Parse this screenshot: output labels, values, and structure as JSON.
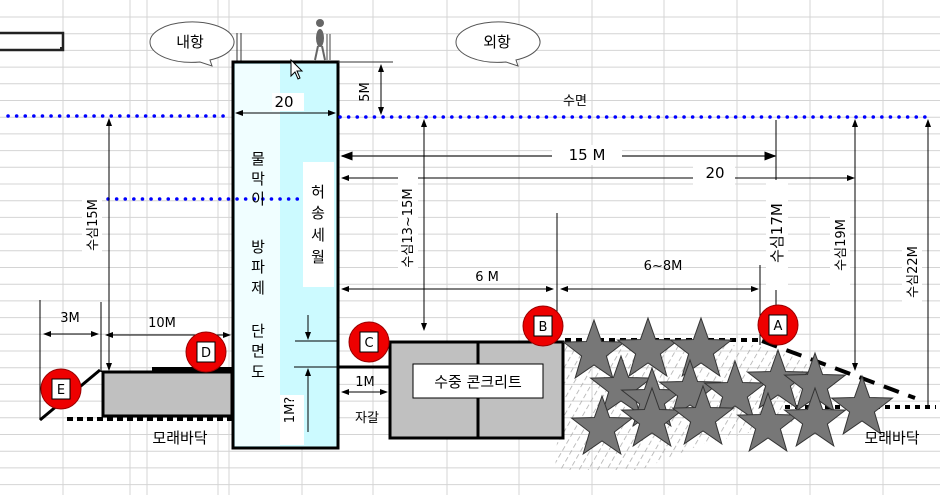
{
  "bubbles": {
    "inner_harbor": "내항",
    "outer_harbor": "외항"
  },
  "labels": {
    "width_top": "20",
    "height_5m": "5M",
    "water_surface": "수면",
    "dist_15m": "15 M",
    "dist_20": "20",
    "depth_15m": "수심15M",
    "depth_13_15m": "수심13~15M",
    "depth_17m": "수심17M",
    "depth_19m": "수심19M",
    "depth_22m": "수심22M",
    "wall_title": [
      "물",
      "막",
      "이",
      "방",
      "파",
      "제",
      "단",
      "면",
      "도"
    ],
    "note_box": [
      "허",
      "송",
      "세",
      "월"
    ],
    "dist_6m": "6 M",
    "dist_6_8m": "6~8M",
    "dist_3m": "3M",
    "dist_10m": "10M",
    "dist_1m": "1M",
    "dist_1m_q": "1M?",
    "gravel": "자갈",
    "sand_bottom_left": "모래바닥",
    "sand_bottom_right": "모래바닥",
    "underwater_concrete": "수중 콘크리트"
  },
  "markers": [
    {
      "id": "A"
    },
    {
      "id": "B"
    },
    {
      "id": "C"
    },
    {
      "id": "D"
    },
    {
      "id": "E"
    }
  ],
  "colors": {
    "water_line": "#0000ff",
    "marker": "#ee0000",
    "wall_fill": "#ccfaff",
    "block_fill": "#c0c0c0",
    "stone_fill": "#777777"
  }
}
